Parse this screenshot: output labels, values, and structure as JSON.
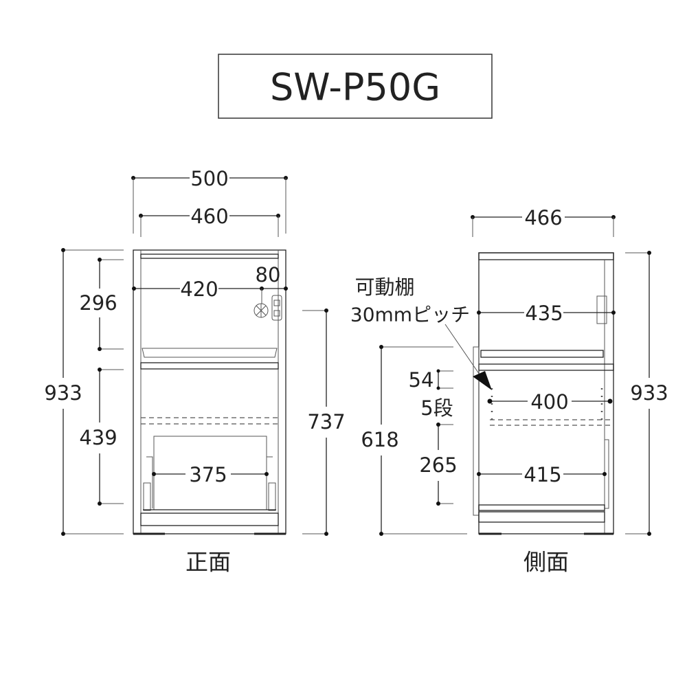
{
  "title": "SW-P50G",
  "front": {
    "label": "正面",
    "dims": {
      "outer_width": "500",
      "inner_width": "460",
      "shelf_width": "420",
      "switch_offset": "80",
      "upper_height": "296",
      "lower_height": "439",
      "total_height": "933",
      "side_height": "737",
      "bin_width": "375"
    }
  },
  "side": {
    "label": "側面",
    "dims": {
      "depth": "466",
      "upper_depth": "435",
      "shelf_depth": "400",
      "lower_depth": "415",
      "total_height": "933",
      "lower_height": "618",
      "pitch": "54",
      "steps": "5段",
      "bottom_height": "265"
    },
    "note_line1": "可動棚",
    "note_line2": "30mmピッチ"
  }
}
